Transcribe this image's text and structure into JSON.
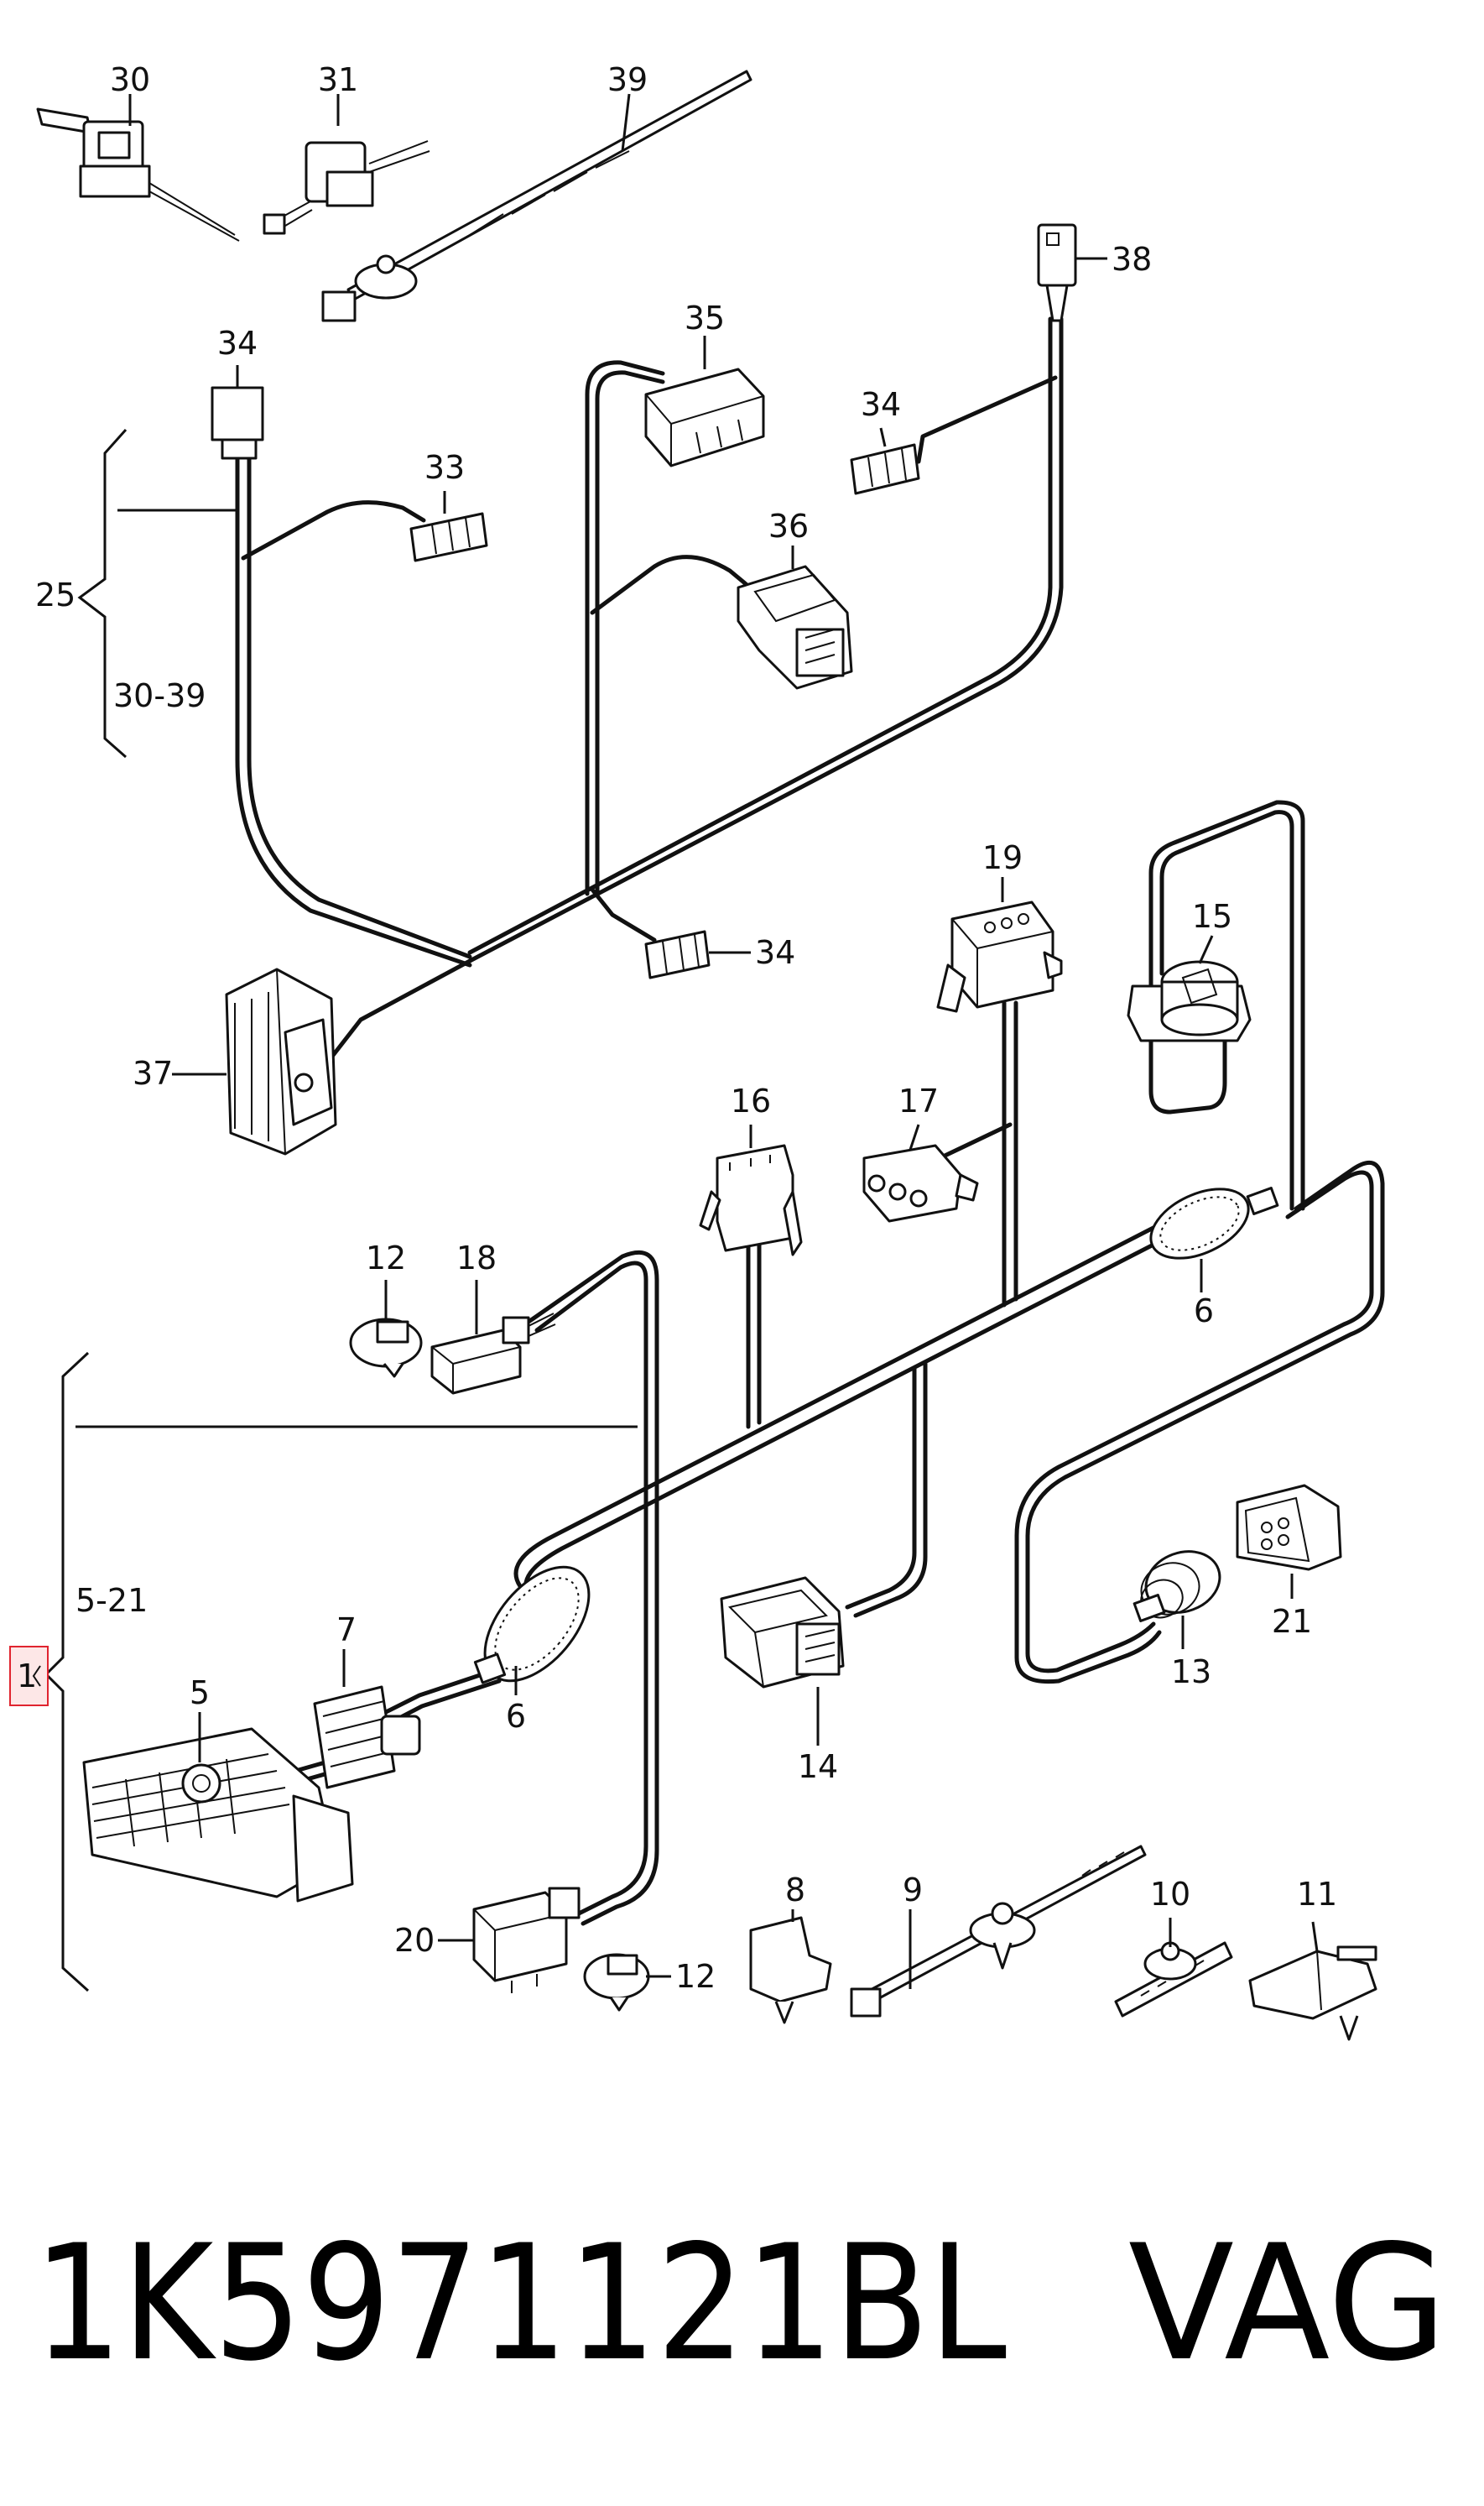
{
  "diagram": {
    "part_number": "1K5971121BL",
    "brand": "VAG",
    "selected_marker": "1",
    "groups": [
      {
        "callout": "25",
        "range": "30-39"
      },
      {
        "callout": "1",
        "range": "5-21"
      }
    ],
    "callouts": {
      "c30": "30",
      "c31": "31",
      "c39": "39",
      "c38": "38",
      "c34a": "34",
      "c33": "33",
      "c35": "35",
      "c34b": "34",
      "c36": "36",
      "c34c": "34",
      "c37": "37",
      "c19": "19",
      "c15": "15",
      "c16": "16",
      "c17": "17",
      "c12a": "12",
      "c18": "18",
      "c6a": "6",
      "c21": "21",
      "c7": "7",
      "c5": "5",
      "c6b": "6",
      "c14": "14",
      "c13": "13",
      "c8": "8",
      "c9": "9",
      "c10": "10",
      "c11": "11",
      "c20": "20",
      "c12b": "12"
    }
  }
}
